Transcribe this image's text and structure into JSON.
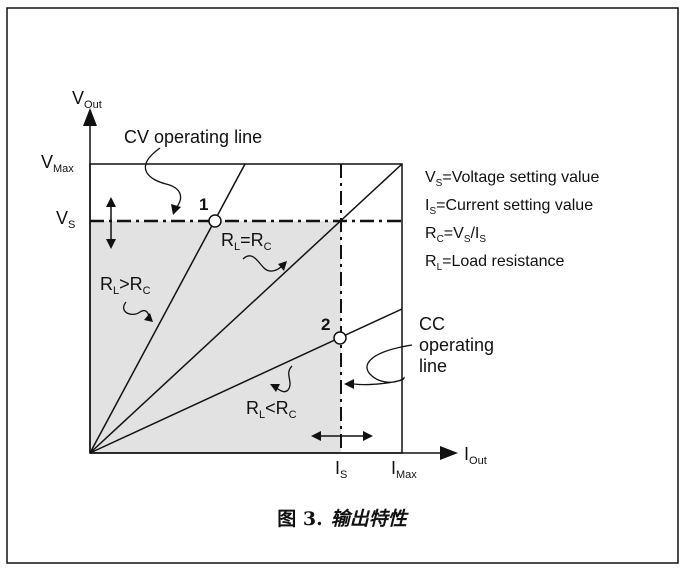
{
  "figure": {
    "caption_prefix": "图 3.",
    "caption_title": "输出特性"
  },
  "axes": {
    "y_label": "V",
    "y_label_sub": "Out",
    "x_label": "I",
    "x_label_sub": "Out"
  },
  "ticks": {
    "vmax": "V",
    "vmax_sub": "Max",
    "vs": "V",
    "vs_sub": "S",
    "is": "I",
    "is_sub": "S",
    "imax": "I",
    "imax_sub": "Max"
  },
  "annotations": {
    "cv_line": "CV operating line",
    "cc_line_1": "CC",
    "cc_line_2": "operating",
    "cc_line_3": "line",
    "point_1": "1",
    "point_2": "2",
    "rl_gt_rc": {
      "r1": "R",
      "s1": "L",
      "op": ">",
      "r2": "R",
      "s2": "C"
    },
    "rl_eq_rc": {
      "r1": "R",
      "s1": "L",
      "op": "=",
      "r2": "R",
      "s2": "C"
    },
    "rl_lt_rc": {
      "r1": "R",
      "s1": "L",
      "op": "<",
      "r2": "R",
      "s2": "C"
    }
  },
  "legend": {
    "vs": {
      "sym": "V",
      "sub": "S",
      "text": "=Voltage setting value"
    },
    "is": {
      "sym": "I",
      "sub": "S",
      "text": "=Current setting value"
    },
    "rc": {
      "sym": "R",
      "sub": "C",
      "eq": "=V",
      "sub2": "S",
      "slash": "/I",
      "sub3": "S"
    },
    "rl": {
      "sym": "R",
      "sub": "L",
      "text": "=Load resistance"
    }
  },
  "colors": {
    "shaded_region": "#e2e2e2",
    "lines": "#111111"
  }
}
